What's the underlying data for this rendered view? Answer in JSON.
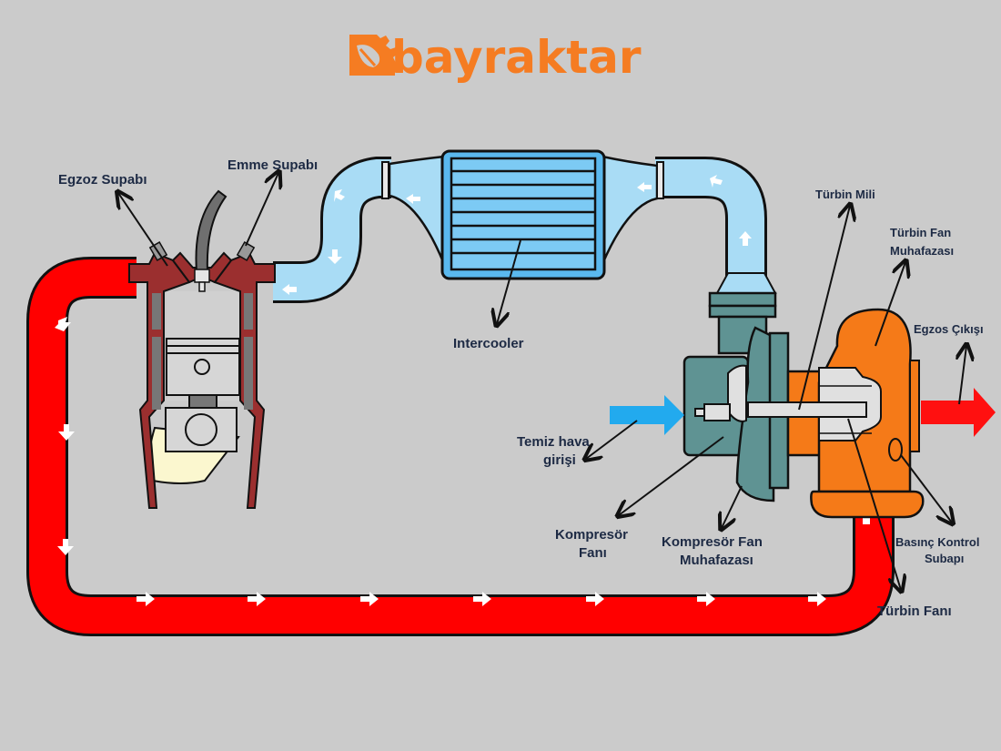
{
  "brand": {
    "name": "bayraktar",
    "color": "#f57c22",
    "icon": "gear-leaf-logo-icon"
  },
  "diagram": {
    "title": "Turbocharger system diagram",
    "colors": {
      "background": "#cbcbcb",
      "exhaust_pipe": "#ff0000",
      "intake_pipe": "#a9dcf5",
      "intercooler": "#5ab8ee",
      "engine_block": "#9b2f2f",
      "compressor_housing": "#5f9393",
      "turbine_housing": "#f57a18",
      "fresh_air_arrow": "#22aaee"
    },
    "labels": {
      "exhaust_valve": "Egzoz Supabı",
      "intake_valve": "Emme Supabı",
      "intercooler": "Intercooler",
      "turbine_shaft": "Türbin Mili",
      "turbine_fan_housing_1": "Türbin Fan",
      "turbine_fan_housing_2": "Muhafazası",
      "exhaust_outlet": "Egzos Çıkışı",
      "fresh_air_inlet_1": "Temiz hava",
      "fresh_air_inlet_2": "girişi",
      "compressor_fan_1": "Kompresör",
      "compressor_fan_2": "Fanı",
      "compressor_fan_housing_1": "Kompresör Fan",
      "compressor_fan_housing_2": "Muhafazası",
      "pressure_control_valve_1": "Basınç Kontrol",
      "pressure_control_valve_2": "Subapı",
      "turbine_fan": "Türbin Fanı"
    }
  }
}
